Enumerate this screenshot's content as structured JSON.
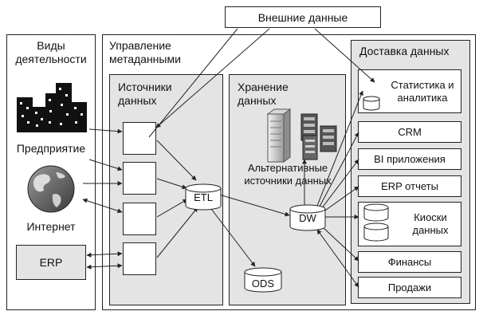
{
  "external": "Внешние данные",
  "activities": {
    "title": "Виды деятельности",
    "enterprise": "Предприятие",
    "internet": "Интернет",
    "erp": "ERP"
  },
  "metadata": {
    "title": "Управление метаданными"
  },
  "sources": {
    "title": "Источники данных"
  },
  "storage": {
    "title": "Хранение данных",
    "alt_sources": "Альтернативные источники данных"
  },
  "nodes": {
    "etl": "ETL",
    "dw": "DW",
    "ods": "ODS"
  },
  "delivery": {
    "title": "Доставка данных",
    "items": [
      "Статистика и аналитика",
      "CRM",
      "BI приложения",
      "ERP отчеты",
      "Киоски данных",
      "Финансы",
      "Продажи"
    ]
  },
  "colors": {
    "panel": "#e4e4e4",
    "line": "#222222"
  },
  "icons": [
    "city-skyline-icon",
    "globe-icon",
    "server-tower-icon",
    "server-rack-icon",
    "database-cylinder-icon"
  ]
}
